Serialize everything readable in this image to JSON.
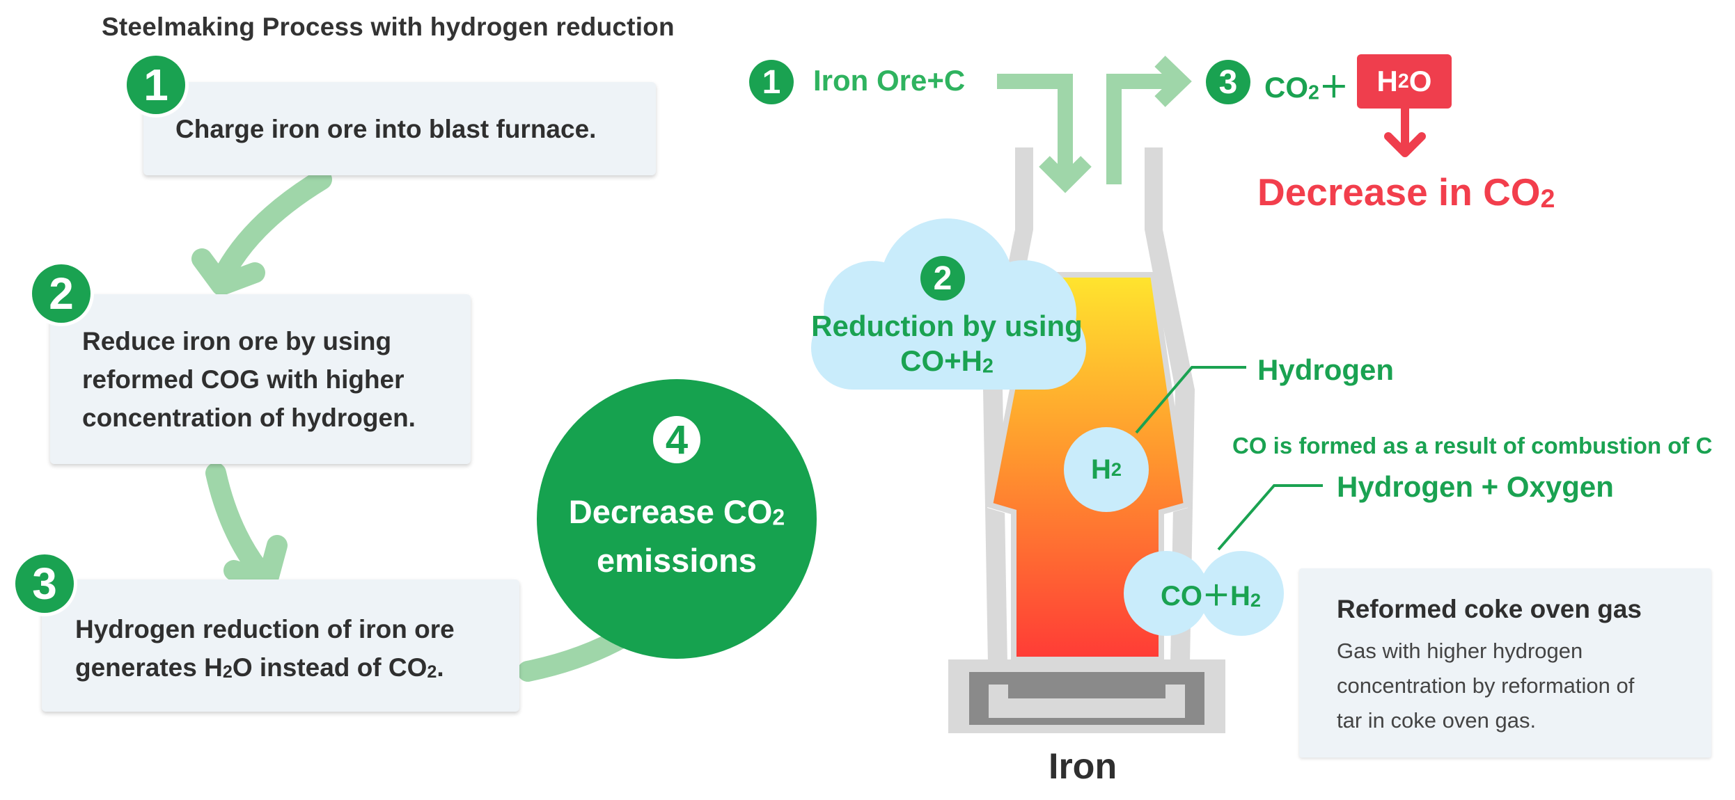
{
  "title": "Steelmaking Process with hydrogen reduction",
  "steps": [
    {
      "num": "1",
      "text": "Charge iron ore into blast furnace."
    },
    {
      "num": "2",
      "line1": "Reduce iron ore by using",
      "line2": "reformed COG with higher",
      "line3": "concentration of hydrogen."
    },
    {
      "num": "3",
      "line1": "Hydrogen reduction of iron ore",
      "line2_a": "generates H",
      "line2_sub1": "2",
      "line2_b": "O instead of CO",
      "line2_sub2": "2",
      "line2_c": "."
    }
  ],
  "result": {
    "num": "4",
    "line1_a": "Decrease CO",
    "line1_sub": "2",
    "line2": "emissions"
  },
  "furnace": {
    "input": {
      "num": "1",
      "label": "Iron Ore+C"
    },
    "output": {
      "num": "3",
      "label_a": "CO",
      "label_sub": "2",
      "label_b": "＋",
      "h2o_a": "H",
      "h2o_sub": "2",
      "h2o_b": "O"
    },
    "decrease": {
      "a": "Decrease in CO",
      "sub": "2"
    },
    "reduction": {
      "num": "2",
      "line1": "Reduction by using",
      "line2_a": "CO+H",
      "line2_sub": "2"
    },
    "hydrogen_label": "Hydrogen",
    "h2_bubble": {
      "a": "H",
      "sub": "2"
    },
    "co_note": "CO is formed as a result of combustion of C",
    "hydrogen_oxygen_label": "Hydrogen + Oxygen",
    "coh2_bubble": {
      "a": "CO＋H",
      "sub": "2"
    },
    "bottom_label": "Iron"
  },
  "note": {
    "title": "Reformed coke oven gas",
    "line1": "Gas with higher hydrogen",
    "line2": "concentration by reformation of",
    "line3": "tar in coke oven gas."
  },
  "colors": {
    "green": "#1aa251",
    "light_green": "#9fd6a9",
    "red": "#ef3e4d",
    "bubble": "#c9ecfb",
    "card": "#eef3f7"
  }
}
